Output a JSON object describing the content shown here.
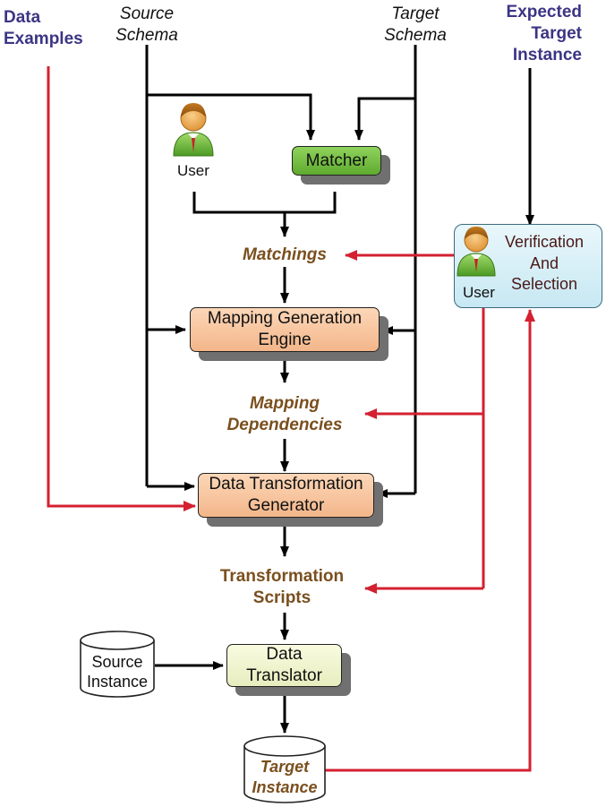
{
  "labels": {
    "data_examples": [
      "Data",
      "Examples"
    ],
    "source_schema": [
      "Source",
      "Schema"
    ],
    "target_schema": [
      "Target",
      "Schema"
    ],
    "expected_target_instance": [
      "Expected",
      "Target",
      "Instance"
    ],
    "user": "User",
    "matcher": "Matcher",
    "matchings": "Matchings",
    "verification": [
      "Verification",
      "And",
      "Selection"
    ],
    "verification_user": "User",
    "mapping_generation_engine": [
      "Mapping Generation",
      "Engine"
    ],
    "mapping_dependencies": [
      "Mapping",
      "Dependencies"
    ],
    "data_transformation_generator": [
      "Data Transformation",
      "Generator"
    ],
    "transformation_scripts": [
      "Transformation",
      "Scripts"
    ],
    "source_instance": [
      "Source",
      "Instance"
    ],
    "data_translator": [
      "Data",
      "Translator"
    ],
    "target_instance": [
      "Target",
      "Instance"
    ]
  },
  "colors": {
    "arrow_black": "#000000",
    "arrow_red": "#d42030",
    "heading_blue": "#3b3584",
    "label_brown": "#7a4f1e",
    "engine_orange": "#f3b68a",
    "matcher_green": "#5faa2f",
    "translator_yellow": "#e7edbe",
    "verification_blue": "#c7e8f3"
  },
  "icons": [
    "user-icon"
  ]
}
